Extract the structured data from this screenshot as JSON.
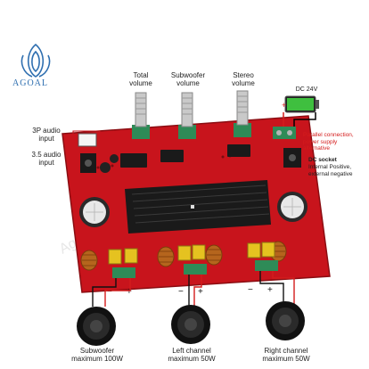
{
  "brand": {
    "name": "AGOAL",
    "watermark": "Agoal"
  },
  "labels": {
    "total_volume": "Total\nvolume",
    "subwoofer_volume": "Subwoofer\nvolume",
    "stereo_volume": "Stereo\nvolume",
    "dc_24v": "DC 24V",
    "input_3p": "3P audio\ninput",
    "input_35": "3.5 audio\ninput",
    "parallel": "Parallel connection,\npower supply\nalternative",
    "dc_socket_title": "DC socket",
    "dc_socket_desc": "Internal Positive,\nexternal negative",
    "subwoofer_out": "Subwoofer\nmaximum 100W",
    "left_out": "Left channel\nmaximum 50W",
    "right_out": "Right channel\nmaximum 50W"
  },
  "colors": {
    "board": "#c8141c",
    "heatsink": "#1a1a1a",
    "battery": "#3fbf3f",
    "terminal": "#2e8b57",
    "label_red": "#d41c1c",
    "brand_blue": "#2f6fb0"
  }
}
